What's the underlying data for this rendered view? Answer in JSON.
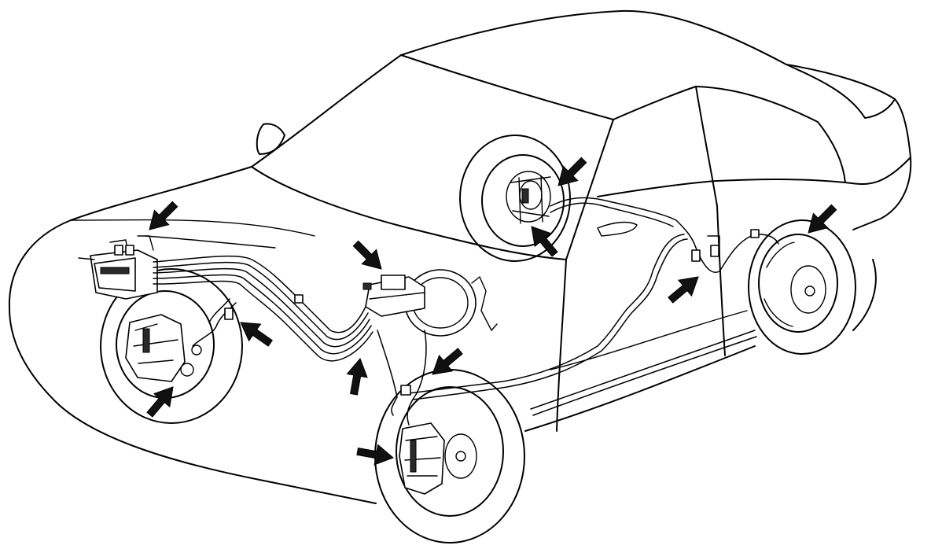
{
  "diagram": {
    "style": "black line art on white background",
    "colors": {
      "ink": "#000000",
      "background": "#ffffff",
      "arrow_fill": "#111111"
    },
    "arrow_targets": [
      {
        "name": "abs-actuator-arrow",
        "angle": 135
      },
      {
        "name": "front-left-brake-hose-arrow",
        "angle": -145
      },
      {
        "name": "front-left-caliper-arrow",
        "angle": -50
      },
      {
        "name": "master-cylinder-arrow",
        "angle": 45
      },
      {
        "name": "brake-line-junction-arrow",
        "angle": -80
      },
      {
        "name": "front-right-brake-hose-arrow",
        "angle": 140
      },
      {
        "name": "front-right-caliper-arrow",
        "angle": 10
      },
      {
        "name": "rear-left-brake-upper-arrow",
        "angle": 135
      },
      {
        "name": "rear-left-brake-lower-arrow",
        "angle": -130
      },
      {
        "name": "rear-flex-hose-arrow",
        "angle": -40
      },
      {
        "name": "rear-right-brake-arrow",
        "angle": 135
      }
    ]
  }
}
